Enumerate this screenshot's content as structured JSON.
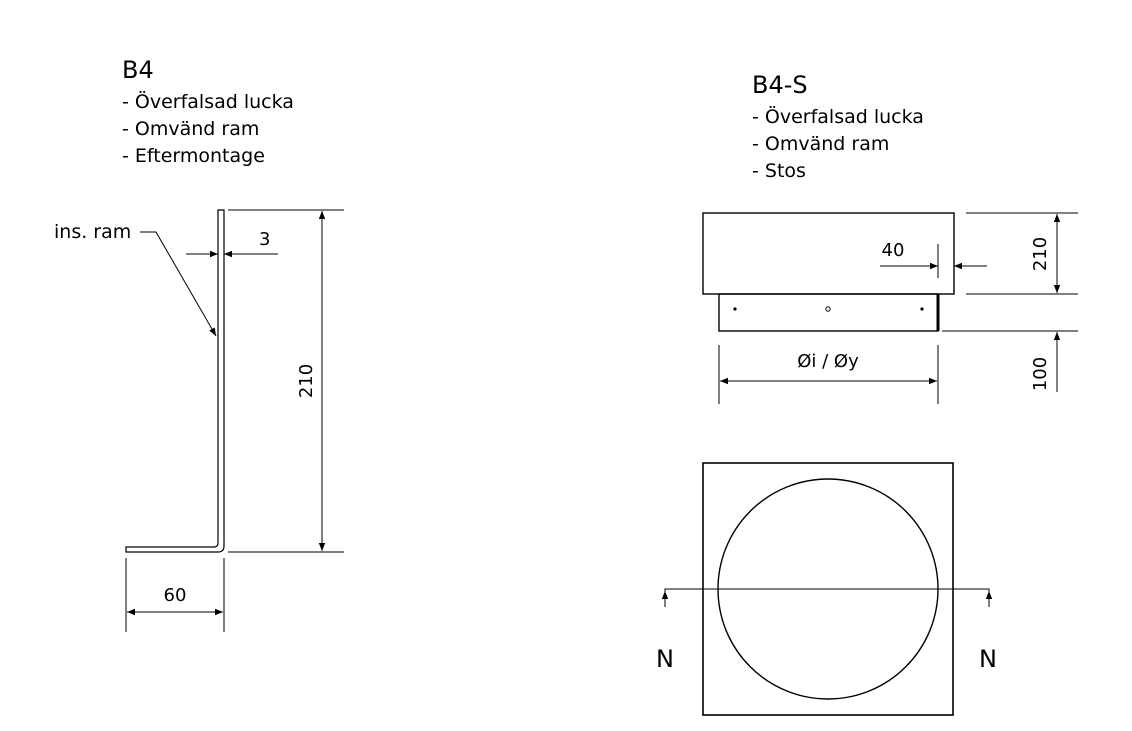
{
  "b4": {
    "title": "B4",
    "lines": [
      "- Överfalsad lucka",
      "- Omvänd ram",
      "- Eftermontage"
    ],
    "leader_label": "ins. ram",
    "dim_thickness": "3",
    "dim_height": "210",
    "dim_width": "60"
  },
  "b4s": {
    "title": "B4-S",
    "lines": [
      "- Överfalsad lucka",
      "- Omvänd ram",
      "- Stos"
    ],
    "dim_offset": "40",
    "dim_frame_height": "210",
    "dim_spigot_height": "100",
    "dim_diameter": "Øi / Øy",
    "section_left": "N",
    "section_right": "N"
  }
}
